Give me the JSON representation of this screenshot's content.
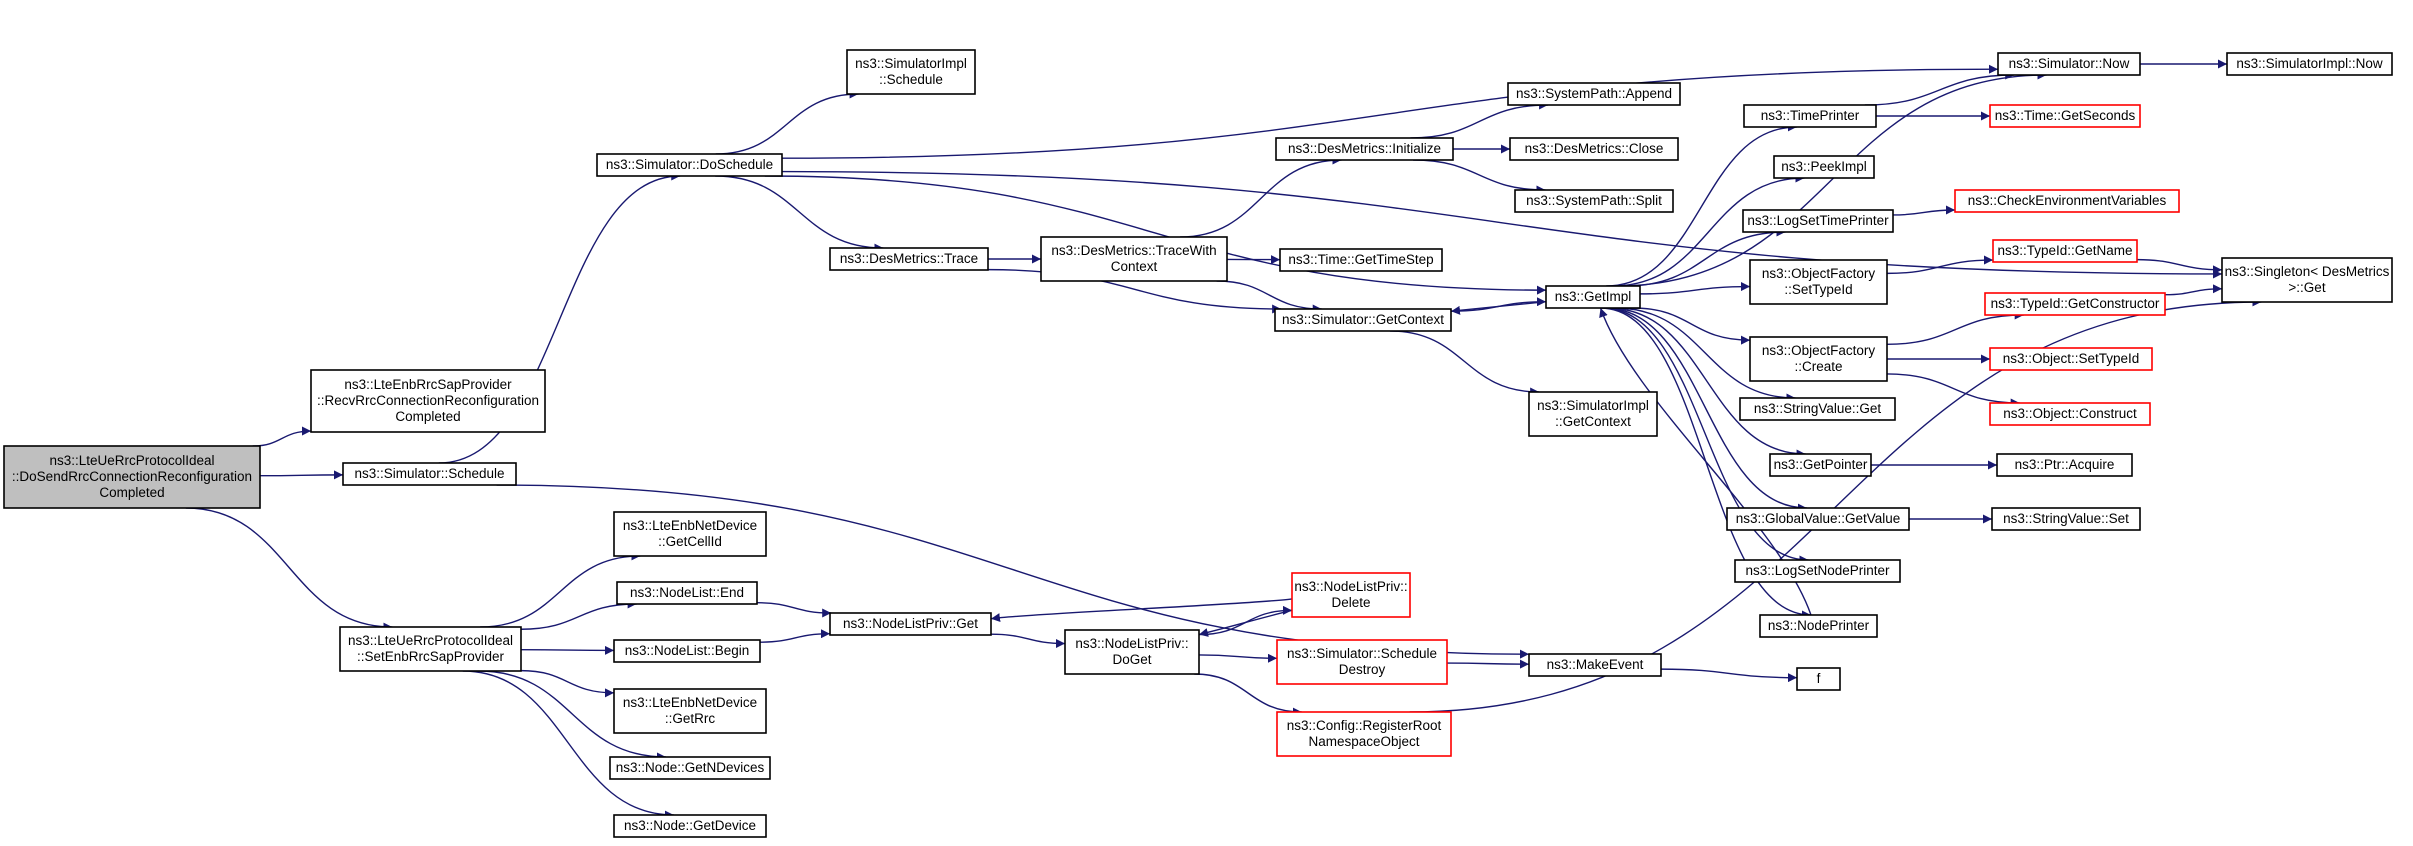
{
  "nodes": [
    {
      "id": "root",
      "lines": [
        "ns3::LteUeRrcProtocolIdeal",
        "::DoSendRrcConnectionReconfiguration",
        "Completed"
      ],
      "style": "root"
    },
    {
      "id": "recv",
      "lines": [
        "ns3::LteEnbRrcSapProvider",
        "::RecvRrcConnectionReconfiguration",
        "Completed"
      ],
      "style": "normal"
    },
    {
      "id": "sched",
      "lines": [
        "ns3::Simulator::Schedule"
      ],
      "style": "normal"
    },
    {
      "id": "setenb",
      "lines": [
        "ns3::LteUeRrcProtocolIdeal",
        "::SetEnbRrcSapProvider"
      ],
      "style": "normal"
    },
    {
      "id": "dosched",
      "lines": [
        "ns3::Simulator::DoSchedule"
      ],
      "style": "normal"
    },
    {
      "id": "simimplsched",
      "lines": [
        "ns3::SimulatorImpl",
        "::Schedule"
      ],
      "style": "normal"
    },
    {
      "id": "destrace",
      "lines": [
        "ns3::DesMetrics::Trace"
      ],
      "style": "normal"
    },
    {
      "id": "tracewith",
      "lines": [
        "ns3::DesMetrics::TraceWith",
        "Context"
      ],
      "style": "normal"
    },
    {
      "id": "desinit",
      "lines": [
        "ns3::DesMetrics::Initialize"
      ],
      "style": "normal"
    },
    {
      "id": "pathappend",
      "lines": [
        "ns3::SystemPath::Append"
      ],
      "style": "normal"
    },
    {
      "id": "desclose",
      "lines": [
        "ns3::DesMetrics::Close"
      ],
      "style": "normal"
    },
    {
      "id": "pathsplit",
      "lines": [
        "ns3::SystemPath::Split"
      ],
      "style": "normal"
    },
    {
      "id": "timestep",
      "lines": [
        "ns3::Time::GetTimeStep"
      ],
      "style": "normal"
    },
    {
      "id": "getcontext",
      "lines": [
        "ns3::Simulator::GetContext"
      ],
      "style": "normal"
    },
    {
      "id": "getimpl",
      "lines": [
        "ns3::GetImpl"
      ],
      "style": "normal"
    },
    {
      "id": "simimplctx",
      "lines": [
        "ns3::SimulatorImpl",
        "::GetContext"
      ],
      "style": "normal"
    },
    {
      "id": "simnow",
      "lines": [
        "ns3::Simulator::Now"
      ],
      "style": "normal"
    },
    {
      "id": "simimplnow",
      "lines": [
        "ns3::SimulatorImpl::Now"
      ],
      "style": "normal"
    },
    {
      "id": "timeprinter",
      "lines": [
        "ns3::TimePrinter"
      ],
      "style": "normal"
    },
    {
      "id": "getseconds",
      "lines": [
        "ns3::Time::GetSeconds"
      ],
      "style": "red"
    },
    {
      "id": "peekimpl",
      "lines": [
        "ns3::PeekImpl"
      ],
      "style": "normal"
    },
    {
      "id": "logsettime",
      "lines": [
        "ns3::LogSetTimePrinter"
      ],
      "style": "normal"
    },
    {
      "id": "checkenv",
      "lines": [
        "ns3::CheckEnvironmentVariables"
      ],
      "style": "red"
    },
    {
      "id": "ofsettype",
      "lines": [
        "ns3::ObjectFactory",
        "::SetTypeId"
      ],
      "style": "normal"
    },
    {
      "id": "typegetname",
      "lines": [
        "ns3::TypeId::GetName"
      ],
      "style": "red"
    },
    {
      "id": "singleton",
      "lines": [
        "ns3::Singleton< DesMetrics",
        ">::Get"
      ],
      "style": "normal"
    },
    {
      "id": "ofcreate",
      "lines": [
        "ns3::ObjectFactory",
        "::Create"
      ],
      "style": "normal"
    },
    {
      "id": "typegetctor",
      "lines": [
        "ns3::TypeId::GetConstructor"
      ],
      "style": "red"
    },
    {
      "id": "objsettype",
      "lines": [
        "ns3::Object::SetTypeId"
      ],
      "style": "red"
    },
    {
      "id": "objconstruct",
      "lines": [
        "ns3::Object::Construct"
      ],
      "style": "red"
    },
    {
      "id": "strvalget",
      "lines": [
        "ns3::StringValue::Get"
      ],
      "style": "normal"
    },
    {
      "id": "getpointer",
      "lines": [
        "ns3::GetPointer"
      ],
      "style": "normal"
    },
    {
      "id": "ptracquire",
      "lines": [
        "ns3::Ptr::Acquire"
      ],
      "style": "normal"
    },
    {
      "id": "gvgetvalue",
      "lines": [
        "ns3::GlobalValue::GetValue"
      ],
      "style": "normal"
    },
    {
      "id": "strvalset",
      "lines": [
        "ns3::StringValue::Set"
      ],
      "style": "normal"
    },
    {
      "id": "logsetnode",
      "lines": [
        "ns3::LogSetNodePrinter"
      ],
      "style": "normal"
    },
    {
      "id": "nodeprinter",
      "lines": [
        "ns3::NodePrinter"
      ],
      "style": "normal"
    },
    {
      "id": "getcellid",
      "lines": [
        "ns3::LteEnbNetDevice",
        "::GetCellId"
      ],
      "style": "normal"
    },
    {
      "id": "nlend",
      "lines": [
        "ns3::NodeList::End"
      ],
      "style": "normal"
    },
    {
      "id": "nlbegin",
      "lines": [
        "ns3::NodeList::Begin"
      ],
      "style": "normal"
    },
    {
      "id": "getrrc",
      "lines": [
        "ns3::LteEnbNetDevice",
        "::GetRrc"
      ],
      "style": "normal"
    },
    {
      "id": "getndevices",
      "lines": [
        "ns3::Node::GetNDevices"
      ],
      "style": "normal"
    },
    {
      "id": "getdevice",
      "lines": [
        "ns3::Node::GetDevice"
      ],
      "style": "normal"
    },
    {
      "id": "nlprivget",
      "lines": [
        "ns3::NodeListPriv::Get"
      ],
      "style": "normal"
    },
    {
      "id": "nlprivdoget",
      "lines": [
        "ns3::NodeListPriv::",
        "DoGet"
      ],
      "style": "normal"
    },
    {
      "id": "nlprivdelete",
      "lines": [
        "ns3::NodeListPriv::",
        "Delete"
      ],
      "style": "red"
    },
    {
      "id": "schedestroy",
      "lines": [
        "ns3::Simulator::Schedule",
        "Destroy"
      ],
      "style": "red"
    },
    {
      "id": "configreg",
      "lines": [
        "ns3::Config::RegisterRoot",
        "NamespaceObject"
      ],
      "style": "red"
    },
    {
      "id": "makeevent",
      "lines": [
        "ns3::MakeEvent"
      ],
      "style": "normal"
    },
    {
      "id": "f",
      "lines": [
        "f"
      ],
      "style": "normal"
    }
  ],
  "edges": [
    [
      "root",
      "recv"
    ],
    [
      "root",
      "sched"
    ],
    [
      "root",
      "setenb"
    ],
    [
      "sched",
      "dosched"
    ],
    [
      "sched",
      "makeevent"
    ],
    [
      "dosched",
      "simimplsched"
    ],
    [
      "dosched",
      "destrace"
    ],
    [
      "dosched",
      "simnow"
    ],
    [
      "dosched",
      "singleton"
    ],
    [
      "dosched",
      "getimpl"
    ],
    [
      "destrace",
      "tracewith"
    ],
    [
      "destrace",
      "getcontext"
    ],
    [
      "tracewith",
      "desinit"
    ],
    [
      "tracewith",
      "timestep"
    ],
    [
      "tracewith",
      "getcontext"
    ],
    [
      "desinit",
      "pathappend"
    ],
    [
      "desinit",
      "desclose"
    ],
    [
      "desinit",
      "pathsplit"
    ],
    [
      "getcontext",
      "getimpl"
    ],
    [
      "getcontext",
      "simimplctx"
    ],
    [
      "getimpl",
      "simnow"
    ],
    [
      "getimpl",
      "timeprinter"
    ],
    [
      "getimpl",
      "peekimpl"
    ],
    [
      "getimpl",
      "logsettime"
    ],
    [
      "getimpl",
      "ofsettype"
    ],
    [
      "getimpl",
      "ofcreate"
    ],
    [
      "getimpl",
      "strvalget"
    ],
    [
      "getimpl",
      "getpointer"
    ],
    [
      "getimpl",
      "gvgetvalue"
    ],
    [
      "getimpl",
      "logsetnode"
    ],
    [
      "getimpl",
      "nodeprinter"
    ],
    [
      "getimpl",
      "getcontext"
    ],
    [
      "simnow",
      "simimplnow"
    ],
    [
      "timeprinter",
      "simnow"
    ],
    [
      "timeprinter",
      "getseconds"
    ],
    [
      "logsettime",
      "checkenv"
    ],
    [
      "ofsettype",
      "typegetname"
    ],
    [
      "typegetname",
      "singleton"
    ],
    [
      "ofcreate",
      "typegetctor"
    ],
    [
      "ofcreate",
      "objsettype"
    ],
    [
      "ofcreate",
      "objconstruct"
    ],
    [
      "typegetctor",
      "singleton"
    ],
    [
      "getpointer",
      "ptracquire"
    ],
    [
      "gvgetvalue",
      "strvalset"
    ],
    [
      "nodeprinter",
      "getimpl"
    ],
    [
      "setenb",
      "getcellid"
    ],
    [
      "setenb",
      "nlend"
    ],
    [
      "setenb",
      "nlbegin"
    ],
    [
      "setenb",
      "getrrc"
    ],
    [
      "setenb",
      "getndevices"
    ],
    [
      "setenb",
      "getdevice"
    ],
    [
      "nlend",
      "nlprivget"
    ],
    [
      "nlbegin",
      "nlprivget"
    ],
    [
      "nlprivget",
      "nlprivdoget"
    ],
    [
      "nlprivdoget",
      "nlprivdelete"
    ],
    [
      "nlprivdoget",
      "schedestroy"
    ],
    [
      "nlprivdoget",
      "configreg"
    ],
    [
      "nlprivdelete",
      "nlprivget"
    ],
    [
      "nlprivdelete",
      "nlprivdoget"
    ],
    [
      "schedestroy",
      "makeevent"
    ],
    [
      "configreg",
      "singleton"
    ],
    [
      "makeevent",
      "f"
    ]
  ]
}
